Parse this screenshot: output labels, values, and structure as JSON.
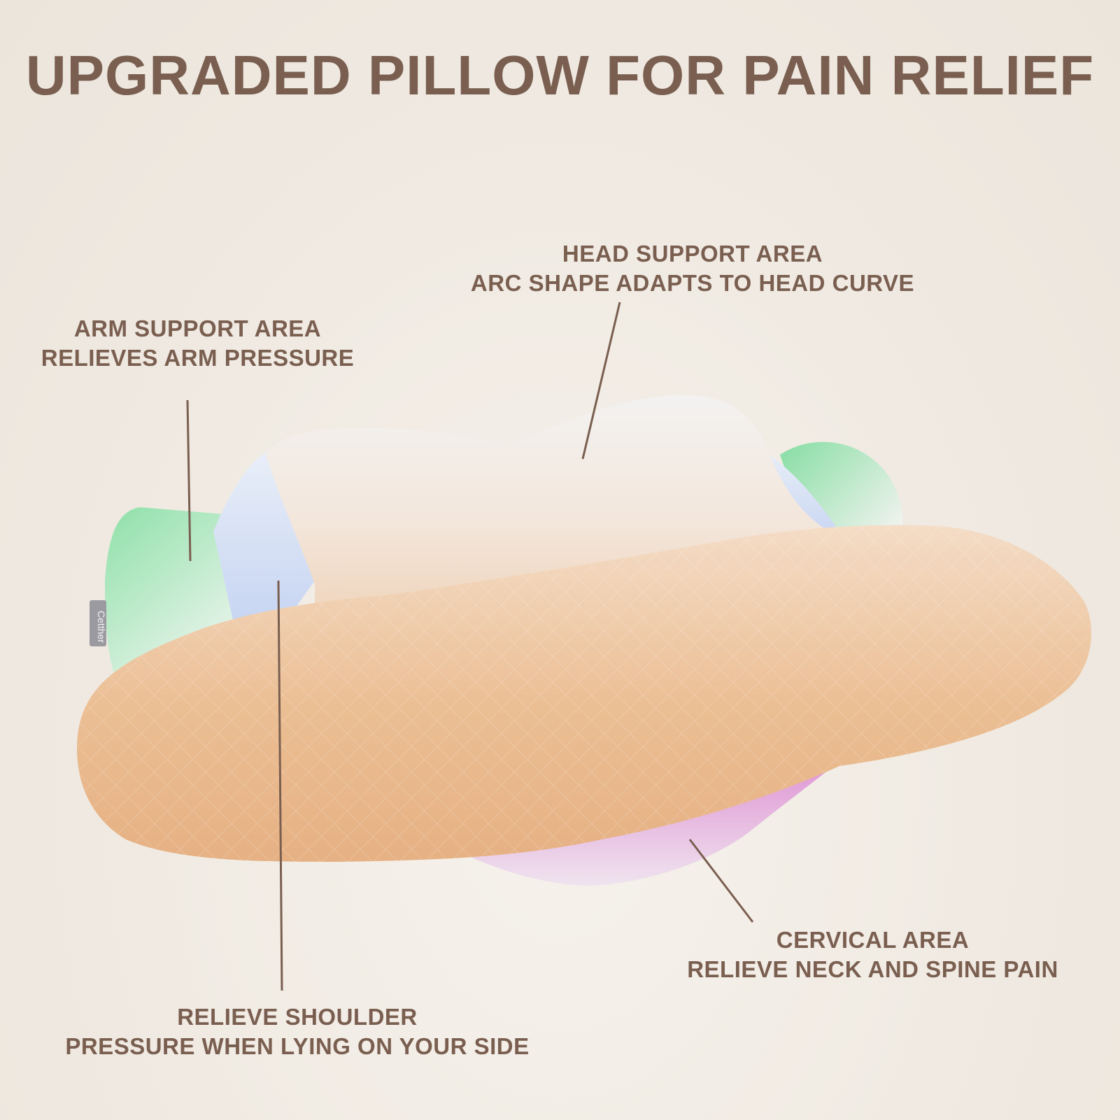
{
  "title": "UPGRADED PILLOW FOR PAIN RELIEF",
  "callouts": {
    "head": {
      "line1": "HEAD SUPPORT AREA",
      "line2": "ARC SHAPE ADAPTS TO HEAD CURVE"
    },
    "arm": {
      "line1": "ARM SUPPORT AREA",
      "line2": "RELIEVES ARM PRESSURE"
    },
    "shoulder": {
      "line1": "RELIEVE SHOULDER",
      "line2": "PRESSURE WHEN LYING ON YOUR SIDE"
    },
    "cervical": {
      "line1": "CERVICAL AREA",
      "line2": "RELIEVE NECK AND SPINE PAIN"
    }
  },
  "brand_tag": "Cetther",
  "colors": {
    "text": "#7a5f50",
    "arm_zone": "#8ee0a8",
    "shoulder_zone": "#c9d6f2",
    "head_zone": "#f4f2ef",
    "neck_zone": "#eab283",
    "cervical_zone": "#e2a3d6"
  }
}
